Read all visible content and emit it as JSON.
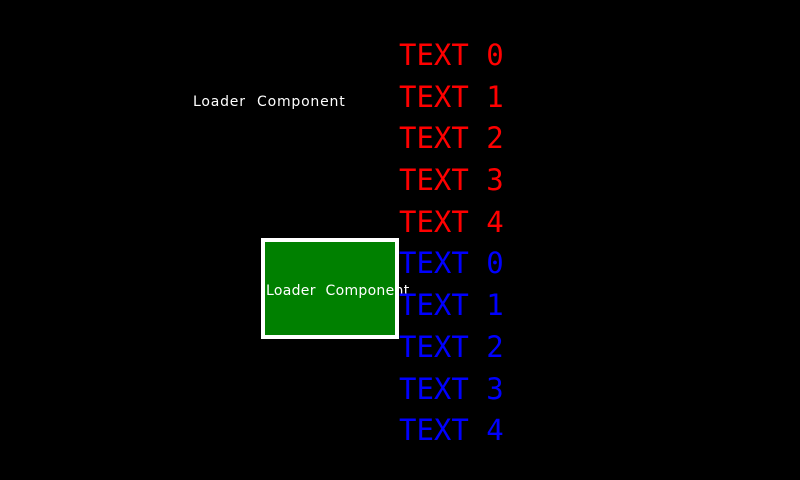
{
  "app": {
    "background_color": "#000000"
  },
  "loader_label": {
    "text": "Loader Component",
    "color": "#ffffff"
  },
  "loader_box": {
    "label": "Loader Component",
    "fill_color": "#008000",
    "border_color": "#ffffff",
    "label_color": "#ffffff"
  },
  "text_list": {
    "red": {
      "color": "#ff0000",
      "items": [
        "TEXT 0",
        "TEXT 1",
        "TEXT 2",
        "TEXT 3",
        "TEXT 4"
      ]
    },
    "blue": {
      "color": "#0000ff",
      "items": [
        "TEXT 0",
        "TEXT 1",
        "TEXT 2",
        "TEXT 3",
        "TEXT 4"
      ]
    }
  }
}
